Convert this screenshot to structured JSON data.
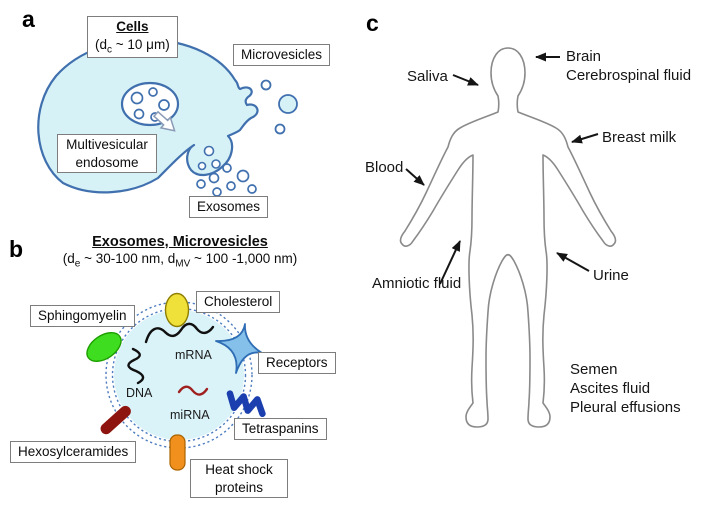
{
  "figure": {
    "panel_a": {
      "letter": "a",
      "cells_box": {
        "title": "Cells",
        "dim_pre": "(d",
        "dim_sub": "c",
        "dim_post": " ~ 10 μm)"
      },
      "microvesicles_label": "Microvesicles",
      "endosome_label": "Multivesicular endosome",
      "exosomes_label": "Exosomes"
    },
    "panel_b": {
      "letter": "b",
      "title": "Exosomes, Microvesicles",
      "size_line": {
        "p1": "(d",
        "s1": "e",
        "p2": " ~ 30-100 nm, d",
        "s2": "MV",
        "p3": " ~ 100 -1,000 nm)"
      },
      "labels": {
        "cholesterol": "Cholesterol",
        "sphingomyelin": "Sphingomyelin",
        "receptors": "Receptors",
        "tetraspanins": "Tetraspanins",
        "hexosylceramides": "Hexosylceramides",
        "heat_shock": "Heat shock proteins",
        "mrna": "mRNA",
        "dna": "DNA",
        "mirna": "miRNA"
      }
    },
    "panel_c": {
      "letter": "c",
      "labels": {
        "saliva": "Saliva",
        "brain": "Brain",
        "cerebrospinal": "Cerebrospinal fluid",
        "breast_milk": "Breast milk",
        "blood": "Blood",
        "amniotic_fluid": "Amniotic fluid",
        "urine": "Urine",
        "semen": "Semen",
        "ascites_fluid": "Ascites fluid",
        "pleural_effusions": "Pleural effusions"
      }
    }
  },
  "colors": {
    "cell_fill": "#d7f2f7",
    "membrane_blue": "#4070ae",
    "vesicle_fill": "#daf3f8",
    "dotted_ring_blue": "#4d7cc0",
    "cholesterol_yellow": "#f0e03a",
    "sphingomyelin_green": "#3fdd1f",
    "receptors_blue": "#85c0ea",
    "tetraspanins_blue": "#1b3fae",
    "hexosylceramides_maroon": "#8e1410",
    "heat_shock_orange": "#f2901e",
    "mirna_dark_red": "#a02020",
    "body_outline_gray": "#8a8a8a"
  }
}
